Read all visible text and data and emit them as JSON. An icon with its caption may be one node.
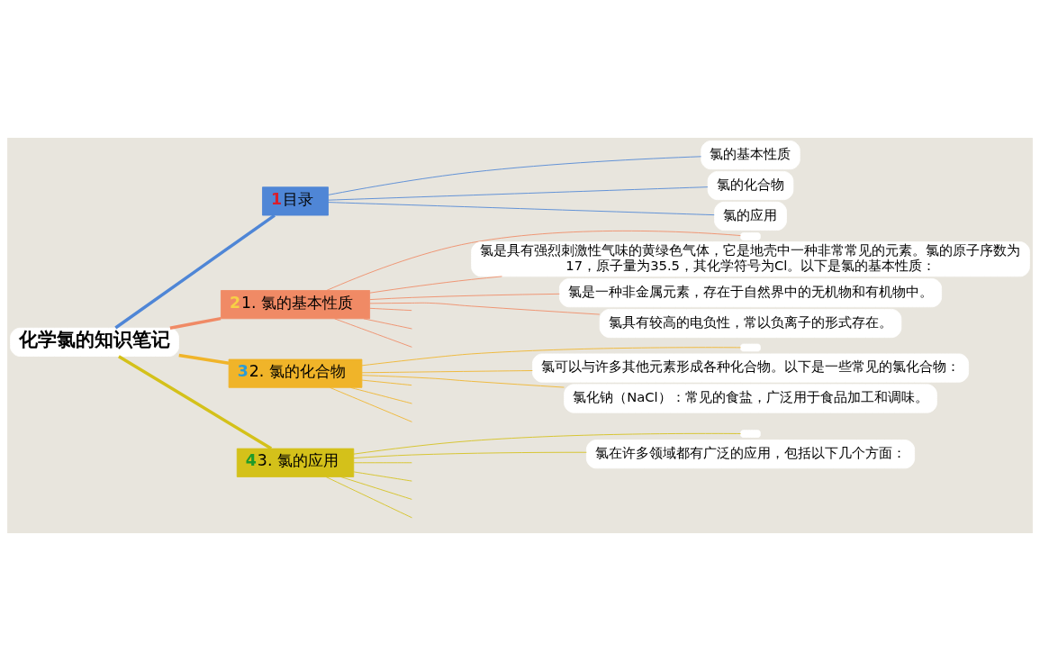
{
  "diagram": {
    "nodes": [
      {
        "text": [
          "化学氯的知识笔记"
        ]
      },
      {
        "text": [
          "1",
          "目录"
        ]
      },
      {
        "text": [
          "2",
          "1. 氯的基本性质"
        ]
      },
      {
        "text": [
          "3",
          "2. 氯的化合物"
        ]
      },
      {
        "text": [
          "4",
          "3. 氯的应用"
        ]
      },
      {
        "text": [
          "氯的基本性质"
        ]
      },
      {
        "text": [
          "氯的化合物"
        ]
      },
      {
        "text": [
          "氯的应用"
        ]
      },
      {
        "text": [],
        "shape": "box"
      },
      {
        "text": [
          "氯是具有强烈刺激性气味的黄绿色气体，它是地壳中一种非常常见的元素。氯的原子序数为17，原子量为35.5，其化学符号为Cl。以下是氯的基本性质："
        ]
      },
      {
        "text": [
          "氯是一种非金属元素，存在于自然界中的无机物和有机物中。"
        ]
      },
      {
        "text": [
          "氯具有较高的电负性，常以负离子的形式存在。"
        ]
      },
      {
        "text": [],
        "shape": "box"
      },
      {
        "text": [
          "氯可以与许多其他元素形成各种化合物。以下是一些常见的氯化合物："
        ]
      },
      {
        "text": [
          "氯化钠（NaCl）：常见的食盐，广泛用于食品加工和调味。"
        ]
      },
      {
        "text": [],
        "shape": "box"
      },
      {
        "text": [
          "氯在许多领域都有广泛的应用，包括以下几个方面："
        ]
      }
    ],
    "edges": [
      {
        "from": 0,
        "to": 1,
        "arrow": "none",
        "style": "thick",
        "color": "#4f86d6"
      },
      {
        "from": 0,
        "to": 2,
        "arrow": "none",
        "style": "thick",
        "color": "#f08a65"
      },
      {
        "from": 0,
        "to": 3,
        "arrow": "none",
        "style": "thick",
        "color": "#f0b429"
      },
      {
        "from": 0,
        "to": 4,
        "arrow": "none",
        "style": "thick",
        "color": "#d4c11a"
      },
      {
        "from": 1,
        "to": 5,
        "arrow": "none",
        "color": "#4f86d6"
      },
      {
        "from": 1,
        "to": 6,
        "arrow": "none",
        "color": "#4f86d6"
      },
      {
        "from": 1,
        "to": 7,
        "arrow": "none",
        "color": "#4f86d6"
      },
      {
        "from": 2,
        "to": 8,
        "arrow": "none",
        "color": "#f08a65"
      },
      {
        "from": 2,
        "to": 9,
        "arrow": "none",
        "color": "#f08a65"
      },
      {
        "from": 2,
        "to": 10,
        "arrow": "none",
        "color": "#f08a65"
      },
      {
        "from": 2,
        "to": 11,
        "arrow": "none",
        "color": "#f08a65"
      },
      {
        "from": 2,
        "to": null,
        "arrow": "none",
        "color": "#f08a65"
      },
      {
        "from": 2,
        "to": null,
        "arrow": "none",
        "color": "#f08a65"
      },
      {
        "from": 2,
        "to": null,
        "arrow": "none",
        "color": "#f08a65"
      },
      {
        "from": 3,
        "to": 12,
        "arrow": "none",
        "color": "#f0b429"
      },
      {
        "from": 3,
        "to": 13,
        "arrow": "none",
        "color": "#f0b429"
      },
      {
        "from": 3,
        "to": 14,
        "arrow": "none",
        "color": "#f0b429"
      },
      {
        "from": 3,
        "to": null,
        "arrow": "none",
        "color": "#f0b429"
      },
      {
        "from": 3,
        "to": null,
        "arrow": "none",
        "color": "#f0b429"
      },
      {
        "from": 3,
        "to": null,
        "arrow": "none",
        "color": "#f0b429"
      },
      {
        "from": 4,
        "to": 15,
        "arrow": "none",
        "color": "#d4c11a"
      },
      {
        "from": 4,
        "to": 16,
        "arrow": "none",
        "color": "#d4c11a"
      },
      {
        "from": 4,
        "to": null,
        "arrow": "none",
        "color": "#d4c11a"
      },
      {
        "from": 4,
        "to": null,
        "arrow": "none",
        "color": "#d4c11a"
      },
      {
        "from": 4,
        "to": null,
        "arrow": "none",
        "color": "#d4c11a"
      },
      {
        "from": 4,
        "to": null,
        "arrow": "none",
        "color": "#d4c11a"
      }
    ]
  }
}
